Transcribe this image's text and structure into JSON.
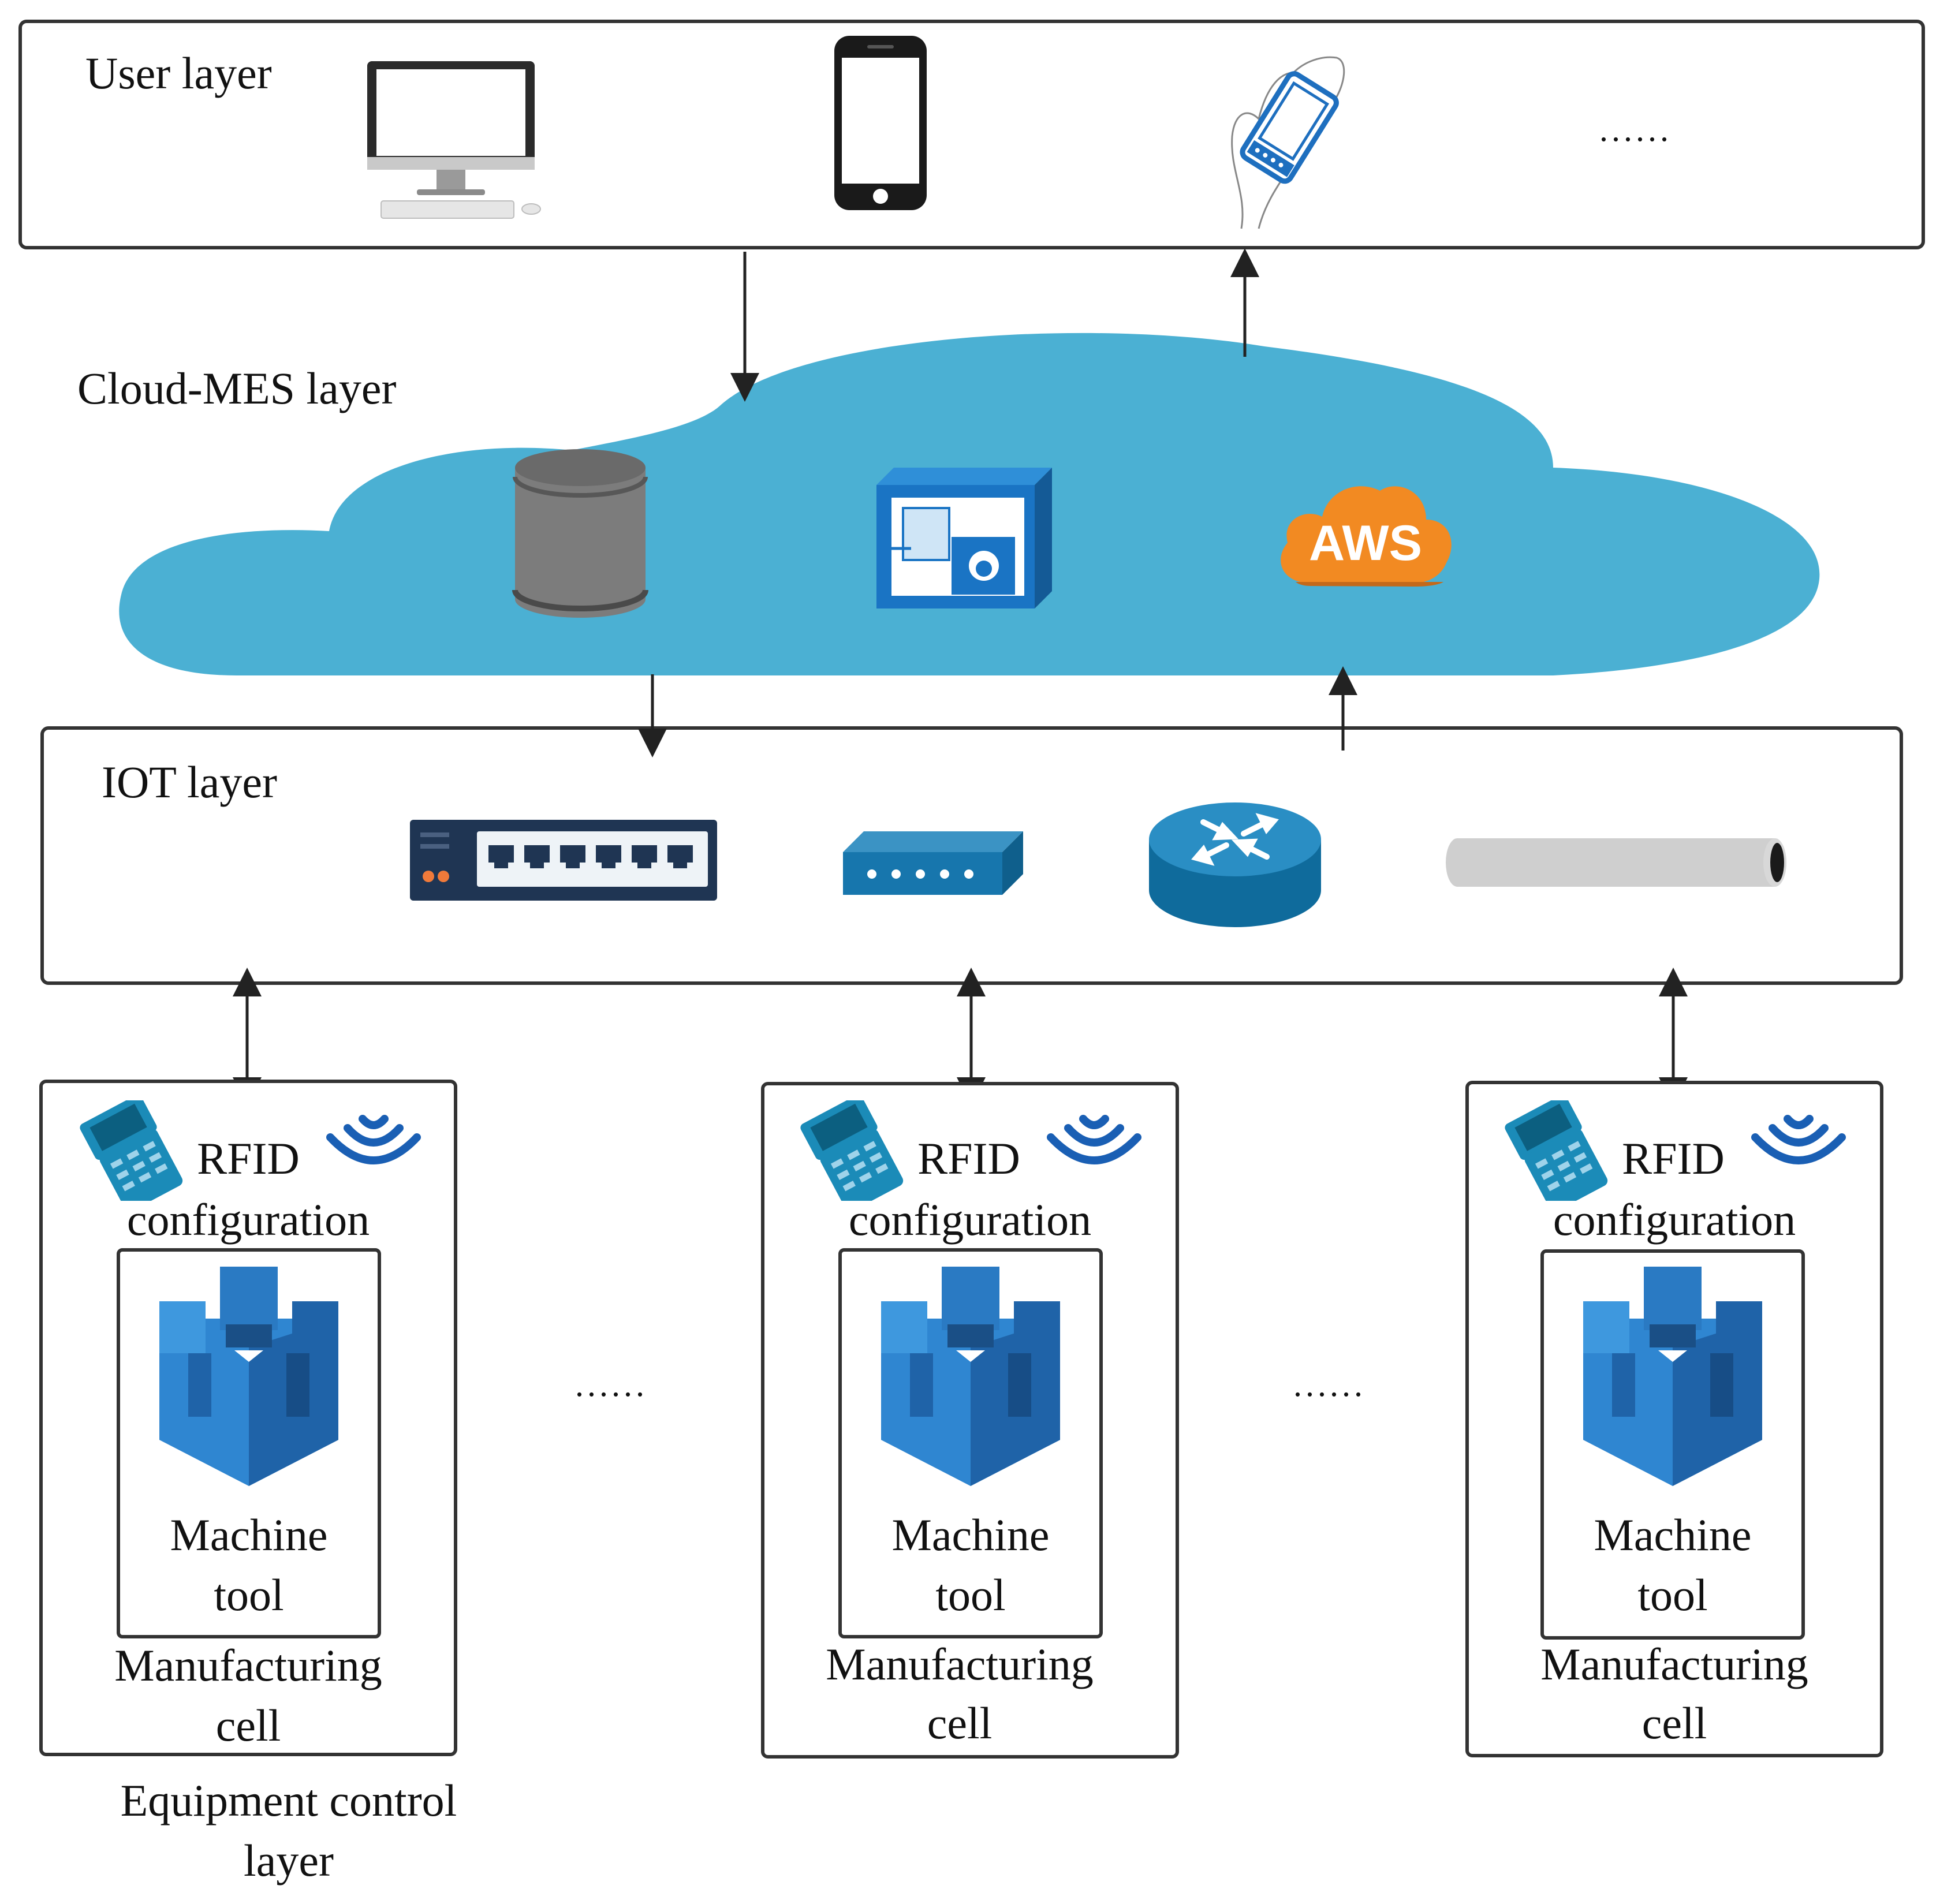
{
  "layers": {
    "user": {
      "label": "User layer",
      "more": "......"
    },
    "cloud": {
      "label": "Cloud-MES layer",
      "aws_text": "AWS"
    },
    "iot": {
      "label": "IOT layer"
    },
    "equipment": {
      "label_line1": "Equipment control",
      "label_line2": "layer"
    }
  },
  "cells": [
    {
      "rfid_line1": "RFID",
      "rfid_line2": "configuration",
      "machine_line1": "Machine",
      "machine_line2": "tool",
      "cell_line1": "Manufacturing",
      "cell_line2": "cell"
    },
    {
      "rfid_line1": "RFID",
      "rfid_line2": "configuration",
      "machine_line1": "Machine",
      "machine_line2": "tool",
      "cell_line1": "Manufacturing",
      "cell_line2": "cell"
    },
    {
      "rfid_line1": "RFID",
      "rfid_line2": "configuration",
      "machine_line1": "Machine",
      "machine_line2": "tool",
      "cell_line1": "Manufacturing",
      "cell_line2": "cell"
    }
  ],
  "between_cells": [
    "......",
    "......"
  ],
  "icons": {
    "user": [
      "desktop-monitor-icon",
      "smartphone-icon",
      "handheld-device-icon"
    ],
    "cloud": [
      "database-icon",
      "application-server-icon",
      "aws-cloud-icon"
    ],
    "iot": [
      "network-switch-icon",
      "hub-icon",
      "router-icon",
      "pipe-connector-icon"
    ],
    "cell": [
      "rfid-reader-icon",
      "wireless-signal-icon",
      "machine-tool-castle-icon"
    ]
  },
  "colors": {
    "cloud": "#4bb0d3",
    "aws_orange": "#f28a22",
    "device_blue": "#1e6fbf",
    "machine_blue": "#2f86d1",
    "switch_navy": "#1f3553",
    "router_blue": "#0f6b9c"
  }
}
